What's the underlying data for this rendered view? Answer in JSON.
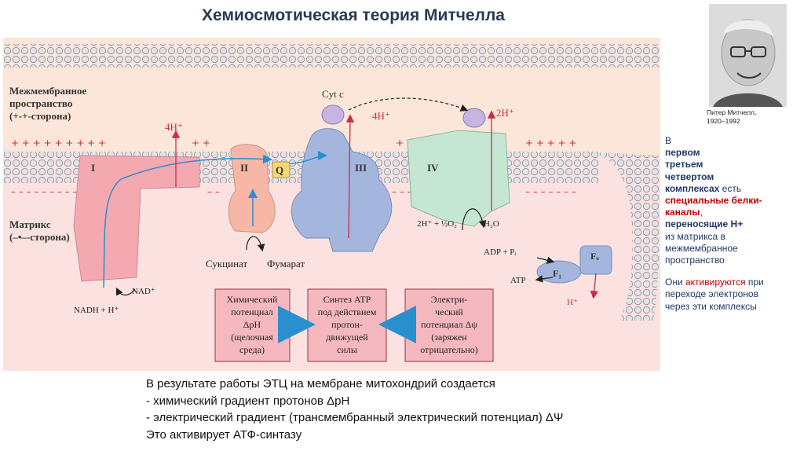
{
  "title": "Хемиосмотическая теория Митчелла",
  "portrait": {
    "caption_name": "Питер Митчелл,",
    "caption_years": "1920–1992"
  },
  "diagram": {
    "intermembrane_label_1": "Межмембранное",
    "intermembrane_label_2": "пространство",
    "intermembrane_label_3": "(+-+-сторона)",
    "matrix_label_1": "Матрикс",
    "matrix_label_2": "(–•–-сторона)",
    "complex_1": "I",
    "complex_2": "II",
    "complex_3": "III",
    "complex_4": "IV",
    "q": "Q",
    "cyt_c": "Cyt c",
    "h4_left": "4H⁺",
    "h4_mid": "4H⁺",
    "h2": "2H⁺",
    "nad": "NAD⁺",
    "nadh": "NADH + H⁺",
    "succinate": "Сукцинат",
    "fumarate": "Фумарат",
    "water_left": "2H⁺ + ½O₂",
    "water_right": "H₂O",
    "adp": "ADP + Pᵢ",
    "atp": "ATP",
    "f1": "F₁",
    "fo": "Fₒ",
    "h_out": "H⁺",
    "box_left": [
      "Химический",
      "потенциал",
      "ΔpH",
      "(щелочная",
      "среда)"
    ],
    "box_center": [
      "Синтез ATP",
      "под действием",
      "протон-",
      "движущей",
      "силы"
    ],
    "box_right": [
      "Электри-",
      "ческий",
      "потенциал Δψ",
      "(заряжен",
      "отрицательно)"
    ]
  },
  "side_text": {
    "l1": "В",
    "l2": "первом",
    "l3": "третьем",
    "l4": "четвертом",
    "l5a": "комплексах",
    "l5b": " есть",
    "l6": "специальные белки-",
    "l7a": "каналы",
    "l7b": ",",
    "l8": "переносящие Н+",
    "l9": "из матрикса в",
    "l10": "межмембранное",
    "l11": "пространство",
    "l12a": "Они ",
    "l12b": "активируются",
    "l12c": " при",
    "l13": "переходе электронов",
    "l14": "через эти комплексы"
  },
  "bottom_text": {
    "line1": "В результате работы ЭТЦ на мембране митохондрий создается",
    "line2": "-   химический градиент протонов ΔpH",
    "line3": "-   электрический градиент (трансмембранный электрический потенциал) ΔΨ",
    "line4": "Это активирует АТФ-синтазу"
  },
  "colors": {
    "complex_pink": "#f2a6ad",
    "complex_blue": "#9fb4dc",
    "complex_green": "#bfe3cf",
    "box_fill": "#f5b8bf",
    "membrane": "#e9e9ea"
  }
}
